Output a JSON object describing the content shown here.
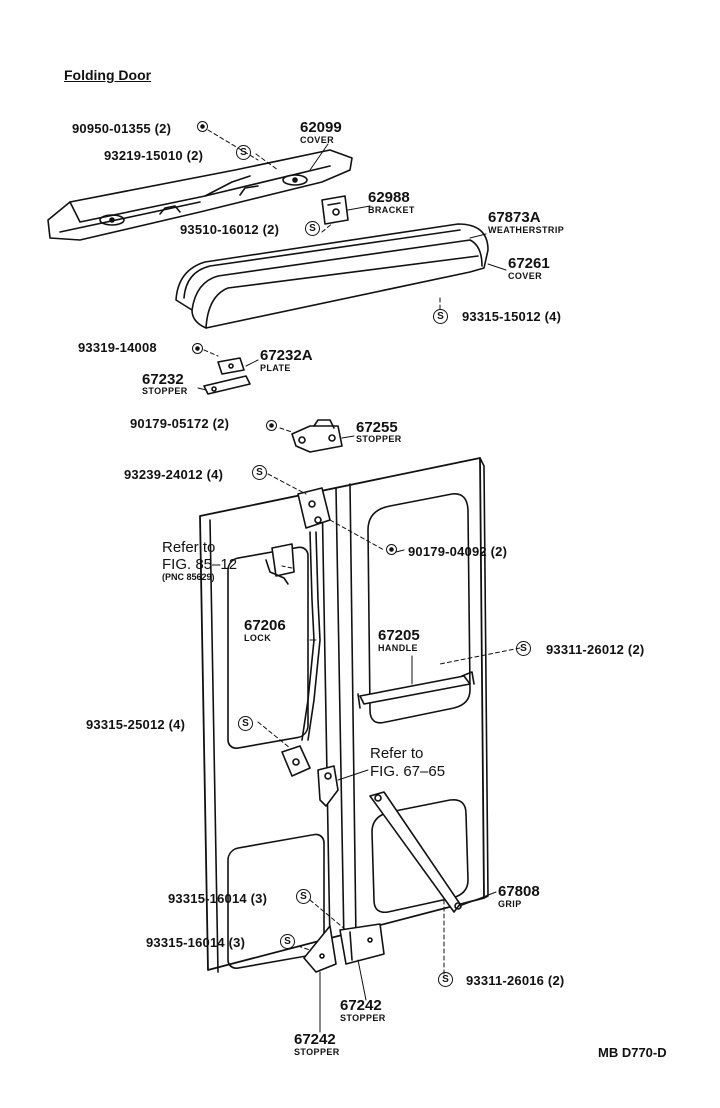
{
  "title": "Folding Door",
  "diagram_code": "MB D770-D",
  "symbol_s": "S",
  "parts": {
    "p90950": "90950-01355 (2)",
    "p93219": "93219-15010 (2)",
    "p62099": "62099",
    "n62099": "COVER",
    "p62988": "62988",
    "n62988": "BRACKET",
    "p93510": "93510-16012 (2)",
    "p67873A": "67873A",
    "n67873A": "WEATHERSTRIP",
    "p67261": "67261",
    "n67261": "COVER",
    "p93315_15012": "93315-15012 (4)",
    "p93319": "93319-14008",
    "p67232A": "67232A",
    "n67232A": "PLATE",
    "p67232": "67232",
    "n67232": "STOPPER",
    "p90179_05172": "90179-05172 (2)",
    "p67255": "67255",
    "n67255": "STOPPER",
    "p93239": "93239-24012 (4)",
    "p90179_04092": "90179-04092 (2)",
    "p67206": "67206",
    "n67206": "LOCK",
    "p67205": "67205",
    "n67205": "HANDLE",
    "p93311_26012": "93311-26012 (2)",
    "p93315_25012": "93315-25012 (4)",
    "p67808": "67808",
    "n67808": "GRIP",
    "p93315_16014a": "93315-16014 (3)",
    "p93315_16014b": "93315-16014 (3)",
    "p93311_26016": "93311-26016 (2)",
    "p67242a": "67242",
    "n67242a": "STOPPER",
    "p67242b": "67242",
    "n67242b": "STOPPER"
  },
  "refs": {
    "ref85_l1": "Refer to",
    "ref85_l2": "FIG. 85–12",
    "ref85_l3": "(PNC 85629)",
    "ref67_l1": "Refer to",
    "ref67_l2": "FIG. 67–65"
  }
}
